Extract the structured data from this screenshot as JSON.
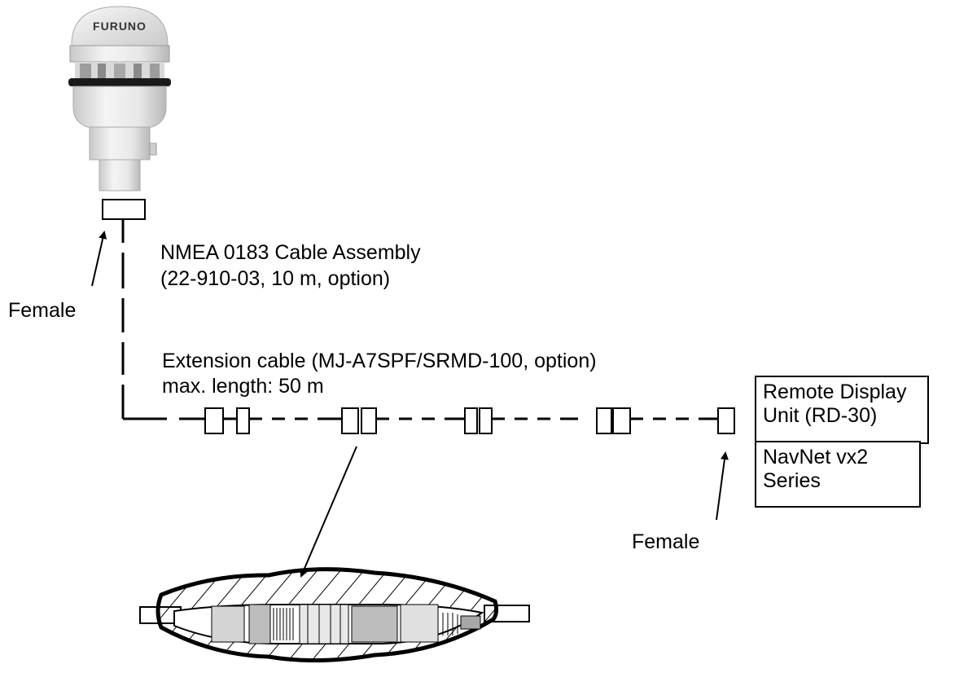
{
  "sensor": {
    "brand_text": "FURUNO"
  },
  "cable_assembly": {
    "line1": "NMEA 0183 Cable Assembly",
    "line2": "(22-910-03, 10 m, option)"
  },
  "extension_cable": {
    "line1": "Extension cable (MJ-A7SPF/SRMD-100, option)",
    "line2": "max. length: 50 m"
  },
  "connector_labels": {
    "sensor_side": "Female",
    "display_side": "Female"
  },
  "devices": [
    {
      "line1": "Remote Display",
      "line2": "Unit (RD-30)"
    },
    {
      "line1": "NavNet vx2",
      "line2": "Series"
    }
  ]
}
